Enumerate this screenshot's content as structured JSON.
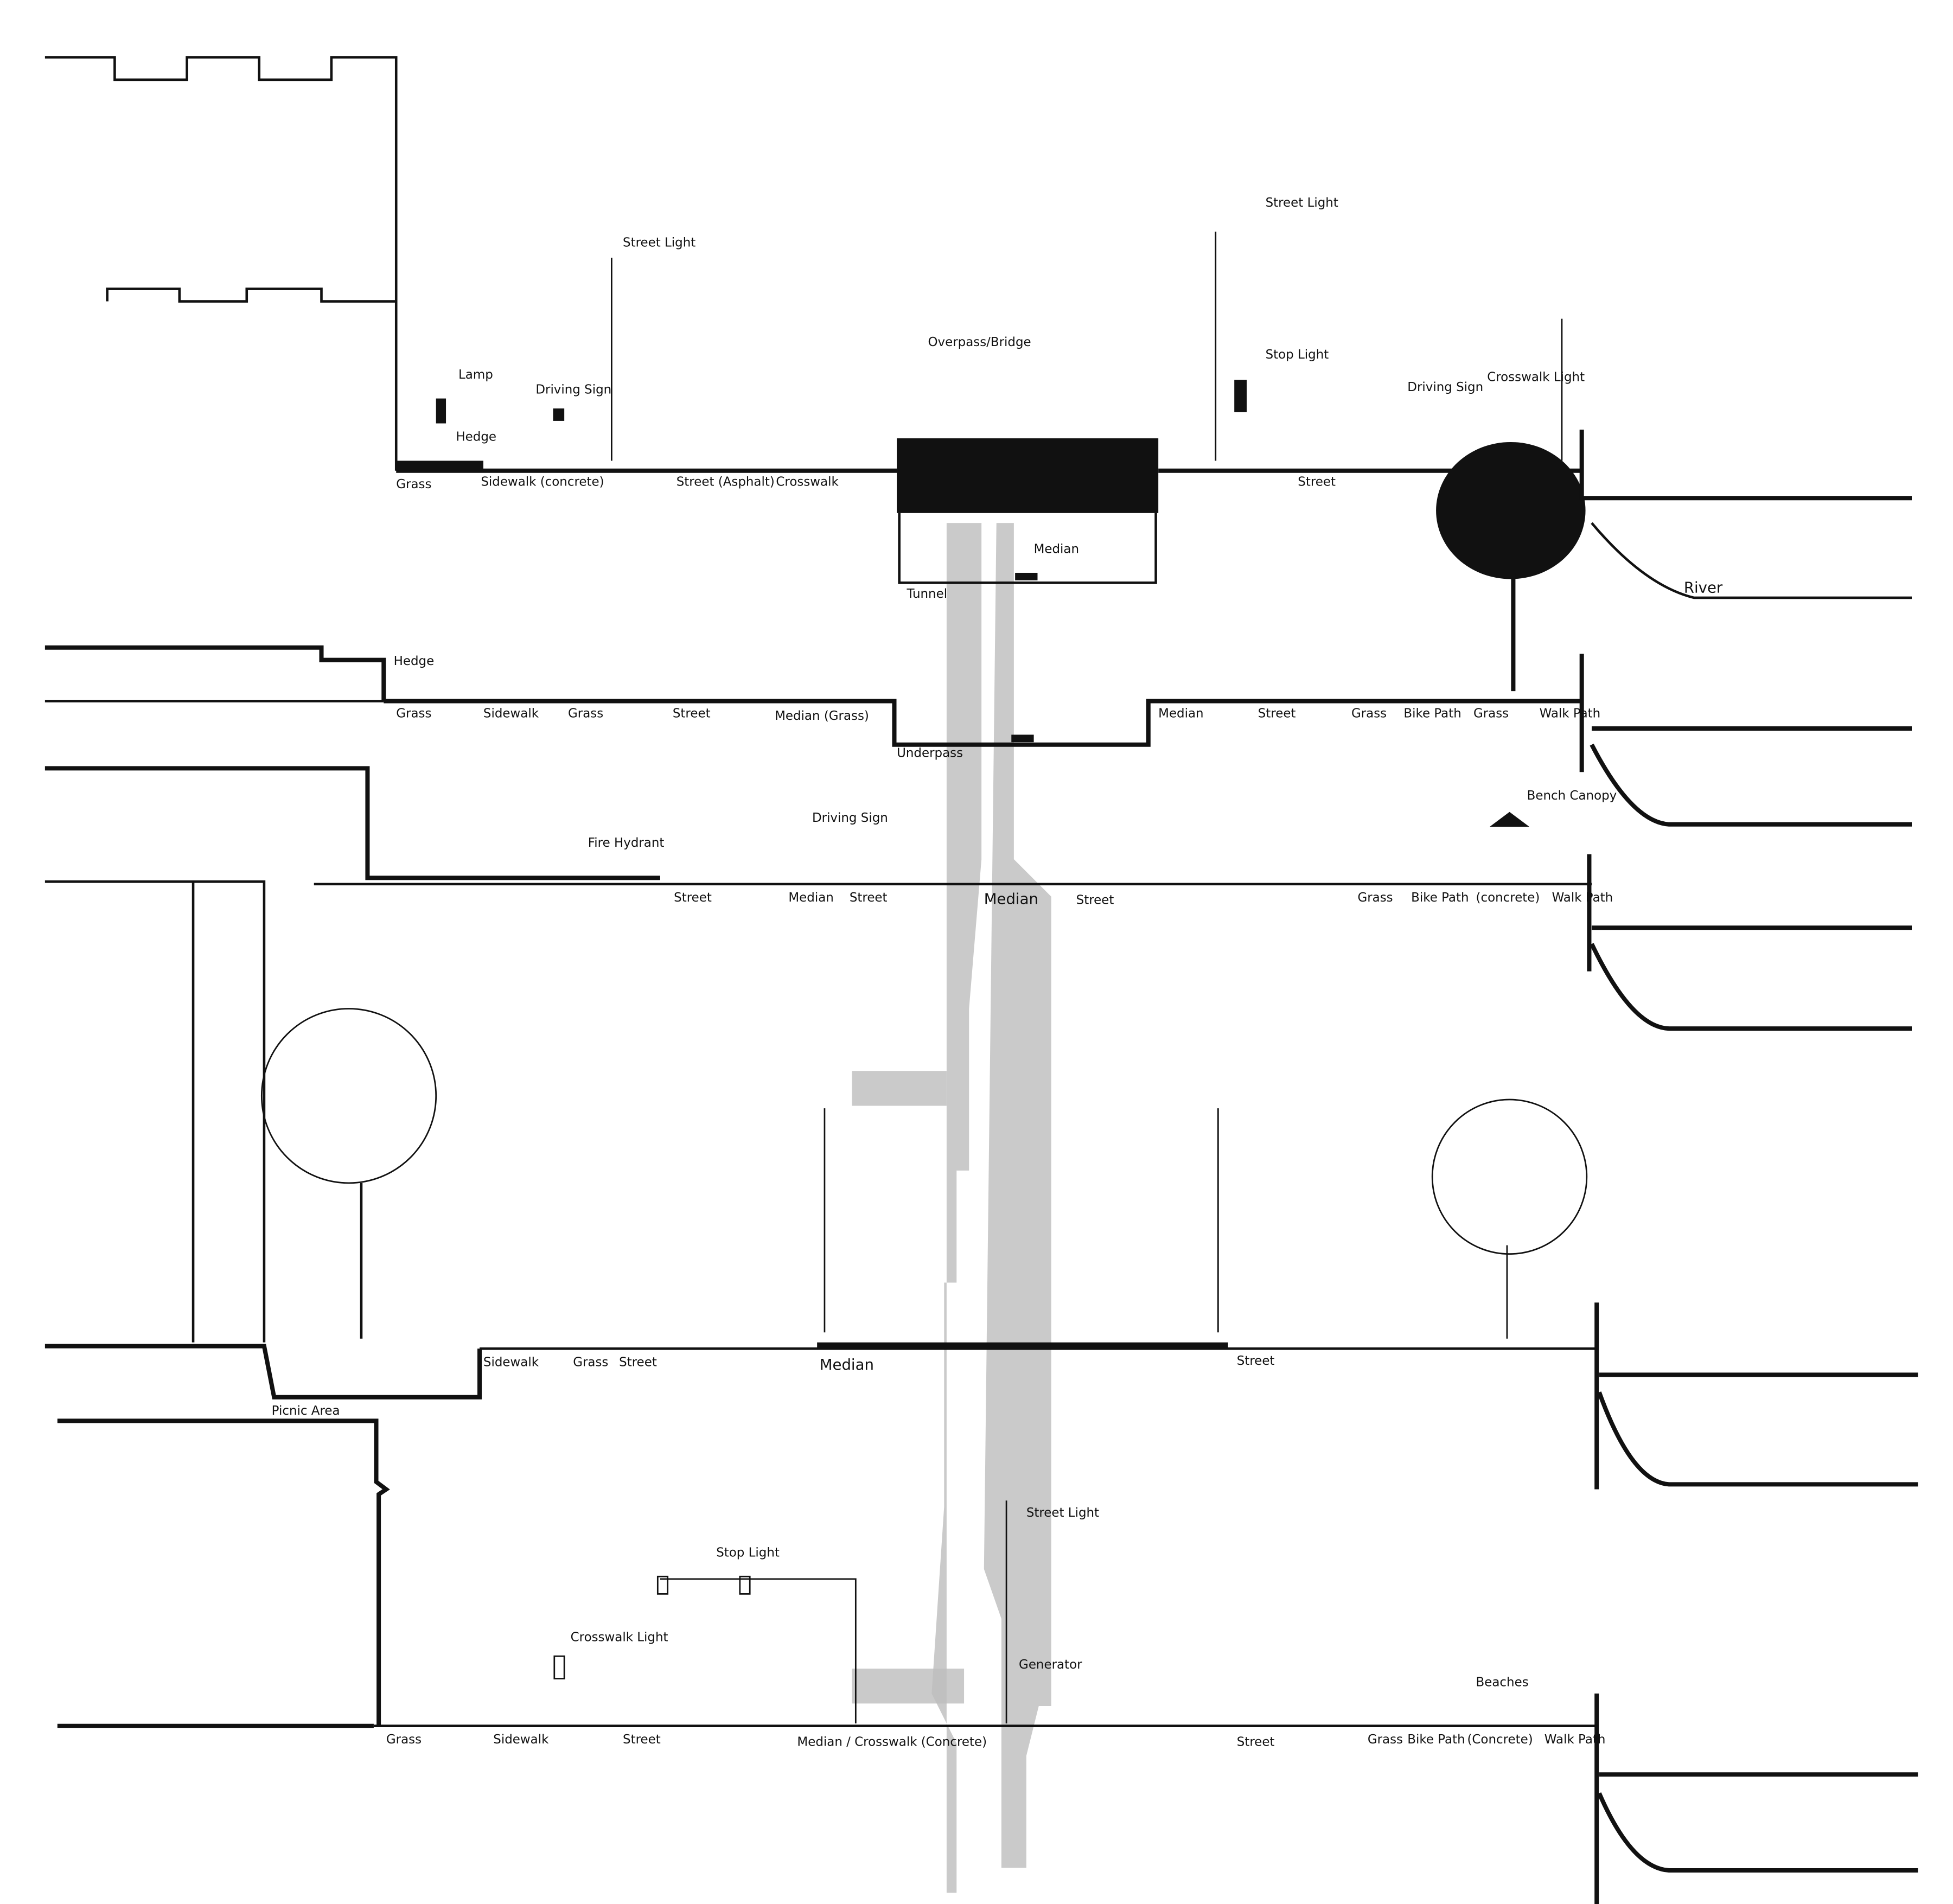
{
  "title": "Street section studies",
  "colors": {
    "ink": "#111111",
    "shadow": "#bdbdbd",
    "paper": "#ffffff"
  },
  "section1": {
    "callouts": {
      "lamp": "Lamp",
      "hedge": "Hedge",
      "driving_sign": "Driving Sign",
      "street_light_a": "Street Light",
      "overpass": "Overpass/Bridge",
      "street_light_b": "Street Light",
      "stop_light": "Stop Light",
      "driving_sign_b": "Driving Sign",
      "crosswalk_light": "Crosswalk Light",
      "median": "Median",
      "river": "River"
    },
    "zones": [
      "Grass",
      "Sidewalk (concrete)",
      "Street (Asphalt)",
      "Crosswalk",
      "Street",
      "Tunnel"
    ]
  },
  "section2": {
    "callouts": {
      "hedge": "Hedge"
    },
    "zones": [
      "Grass",
      "Sidewalk",
      "Grass",
      "Street",
      "Median (Grass)",
      "Underpass",
      "Median",
      "Street",
      "Grass",
      "Bike Path",
      "Grass",
      "Walk Path"
    ]
  },
  "section3": {
    "callouts": {
      "fire_hydrant": "Fire Hydrant",
      "driving_sign": "Driving Sign",
      "bench_canopy": "Bench Canopy"
    },
    "zones": [
      "Street",
      "Median",
      "Street",
      "Median",
      "Street",
      "Grass",
      "Bike Path",
      "(concrete)",
      "Walk Path"
    ]
  },
  "section4": {
    "zones": [
      "Picnic Area",
      "Sidewalk",
      "Grass",
      "Street",
      "Median",
      "Street"
    ]
  },
  "section5": {
    "callouts": {
      "stop_light": "Stop Light",
      "street_light": "Street Light",
      "crosswalk_light": "Crosswalk Light",
      "generator": "Generator",
      "beaches": "Beaches"
    },
    "zones": [
      "Grass",
      "Sidewalk",
      "Street",
      "Median / Crosswalk (Concrete)",
      "Street",
      "Grass",
      "Bike Path",
      "(Concrete)",
      "Walk Path"
    ]
  }
}
